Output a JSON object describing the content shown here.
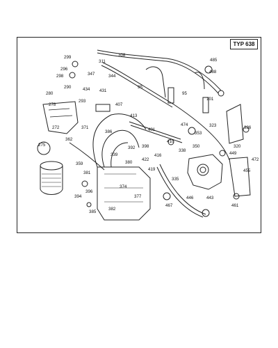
{
  "diagram": {
    "type_label": "TYP 638",
    "callouts": [
      "308",
      "299",
      "311",
      "485",
      "296",
      "347",
      "344",
      "488",
      "298",
      "290",
      "434",
      "431",
      "95",
      "95",
      "280",
      "101",
      "293",
      "278",
      "407",
      "413",
      "272",
      "386",
      "371",
      "401",
      "474",
      "353",
      "323",
      "326",
      "362",
      "392",
      "398",
      "410",
      "350",
      "275",
      "359",
      "339",
      "422",
      "380",
      "416",
      "338",
      "320",
      "449",
      "472",
      "381",
      "374",
      "419",
      "455",
      "396",
      "394",
      "377",
      "335",
      "382",
      "467",
      "446",
      "443",
      "461",
      "385"
    ]
  }
}
